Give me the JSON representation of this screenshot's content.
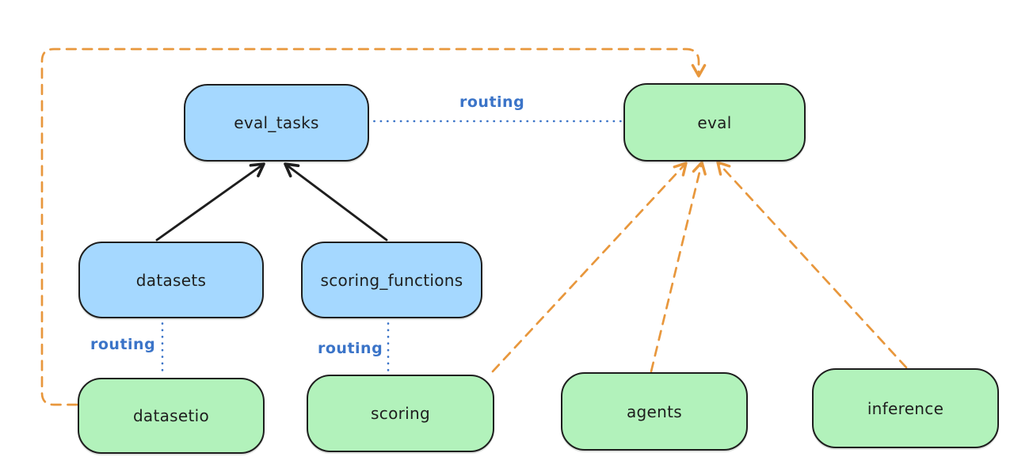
{
  "diagram": {
    "background": "#ffffff",
    "colors": {
      "blue_node_fill": "#a5d8ff",
      "green_node_fill": "#b2f2bb",
      "node_stroke": "#1e1e1e",
      "routing_blue": "#3b74c8",
      "provider_orange": "#e8973c"
    },
    "nodes": [
      {
        "id": "eval_tasks",
        "label": "eval_tasks",
        "fill": "blue"
      },
      {
        "id": "eval",
        "label": "eval",
        "fill": "green"
      },
      {
        "id": "datasets",
        "label": "datasets",
        "fill": "blue"
      },
      {
        "id": "scoring_functions",
        "label": "scoring_functions",
        "fill": "blue"
      },
      {
        "id": "datasetio",
        "label": "datasetio",
        "fill": "green"
      },
      {
        "id": "scoring",
        "label": "scoring",
        "fill": "green"
      },
      {
        "id": "agents",
        "label": "agents",
        "fill": "green"
      },
      {
        "id": "inference",
        "label": "inference",
        "fill": "green"
      }
    ],
    "edges": [
      {
        "from": "datasets",
        "to": "eval_tasks",
        "style": "solid-black-arrow",
        "label": ""
      },
      {
        "from": "scoring_functions",
        "to": "eval_tasks",
        "style": "solid-black-arrow",
        "label": ""
      },
      {
        "from": "eval_tasks",
        "to": "eval",
        "style": "dotted-blue",
        "label": "routing"
      },
      {
        "from": "datasets",
        "to": "datasetio",
        "style": "dotted-blue",
        "label": "routing"
      },
      {
        "from": "scoring_functions",
        "to": "scoring",
        "style": "dotted-blue",
        "label": "routing"
      },
      {
        "from": "datasetio",
        "to": "eval",
        "style": "dashed-orange-arrow",
        "label": ""
      },
      {
        "from": "scoring",
        "to": "eval",
        "style": "dashed-orange-arrow",
        "label": ""
      },
      {
        "from": "agents",
        "to": "eval",
        "style": "dashed-orange-arrow",
        "label": ""
      },
      {
        "from": "inference",
        "to": "eval",
        "style": "dashed-orange-arrow",
        "label": ""
      }
    ]
  }
}
